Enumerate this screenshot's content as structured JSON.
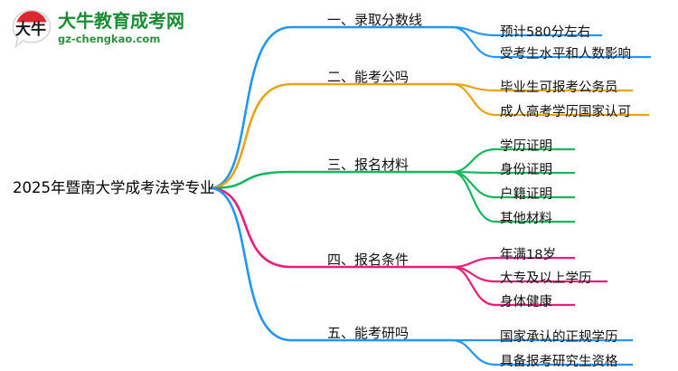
{
  "logo": {
    "mark_text": "大牛",
    "title": "大牛教育成考网",
    "subtitle": "gz-chengkao.com",
    "brand_green": "#1a8c34",
    "brand_red": "#d9282f"
  },
  "mindmap": {
    "root": {
      "label": "2025年暨南大学成考法学专业"
    },
    "branches": [
      {
        "label": "一、录取分数线",
        "color": "#2196f3",
        "leaves": [
          {
            "label": "预计580分左右"
          },
          {
            "label": "受考生水平和人数影响"
          }
        ]
      },
      {
        "label": "二、能考公吗",
        "color": "#e8a317",
        "leaves": [
          {
            "label": "毕业生可报考公务员"
          },
          {
            "label": "成人高考学历国家认可"
          }
        ]
      },
      {
        "label": "三、报名材料",
        "color": "#14b85c",
        "leaves": [
          {
            "label": "学历证明"
          },
          {
            "label": "身份证明"
          },
          {
            "label": "户籍证明"
          },
          {
            "label": "其他材料"
          }
        ]
      },
      {
        "label": "四、报名条件",
        "color": "#ea1e79",
        "leaves": [
          {
            "label": "年满18岁"
          },
          {
            "label": "大专及以上学历"
          },
          {
            "label": "身体健康"
          }
        ]
      },
      {
        "label": "五、能考研吗",
        "color": "#2196f3",
        "leaves": [
          {
            "label": "国家承认的正规学历"
          },
          {
            "label": "具备报考研究生资格"
          }
        ]
      }
    ]
  }
}
